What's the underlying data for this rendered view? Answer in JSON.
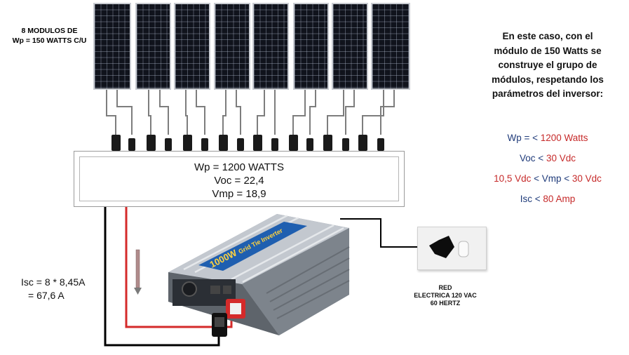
{
  "panels_label": {
    "line1": "8 MODULOS DE",
    "line2": "Wp  = 150 WATTS C/U"
  },
  "combiner": {
    "wp": "Wp = 1200 WATTS",
    "voc": "Voc = 22,4",
    "vmp": "Vmp = 18,9"
  },
  "right_note": [
    "En este caso, con el",
    "módulo de 150 Watts se",
    "construye el grupo de",
    "módulos, respetando los",
    "parámetros del inversor:"
  ],
  "params": {
    "wp": {
      "label": "Wp = < ",
      "value": "1200 Watts"
    },
    "voc": {
      "label": "Voc  < ",
      "value": "30 Vdc"
    },
    "vmp": {
      "left": "10,5 Vdc",
      "mid": " < Vmp  < ",
      "right": "30 Vdc"
    },
    "isc": {
      "label": "Isc < ",
      "value": "80 Amp"
    }
  },
  "isc_calc": {
    "line1": "Isc = 8 * 8,45A",
    "line2": "= 67,6 A"
  },
  "grid_label": {
    "line1": "RED",
    "line2": "ELECTRICA 120 VAC",
    "line3": "60 HERTZ"
  },
  "inverter": {
    "power": "1000W",
    "label": "Grid Tie Inverter"
  },
  "colors": {
    "label_blue": "#1f3b7a",
    "value_red": "#c62a2a",
    "positive_wire": "#d42a2a",
    "negative_wire": "#000000"
  }
}
